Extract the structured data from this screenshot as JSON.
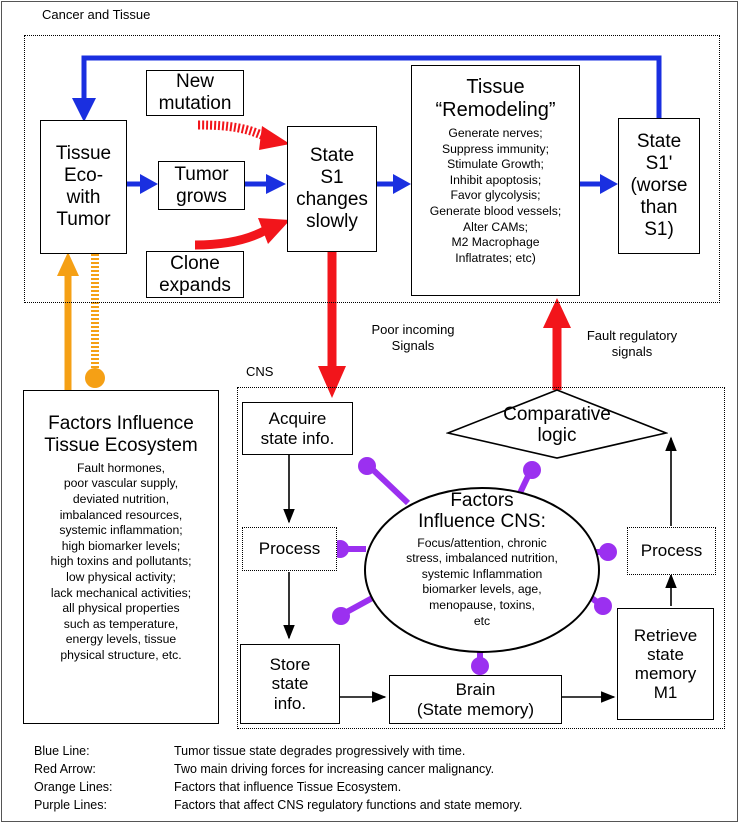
{
  "diagram": {
    "regions": {
      "cancer_tissue": "Cancer and Tissue",
      "cns": "CNS"
    },
    "nodes": {
      "tissue_eco": [
        "Tissue",
        "Eco-",
        "with",
        "Tumor"
      ],
      "new_mutation": [
        "New",
        "mutation"
      ],
      "tumor_grows": [
        "Tumor",
        "grows"
      ],
      "clone_expands": [
        "Clone",
        "expands"
      ],
      "state_s1": [
        "State",
        "S1",
        "changes",
        "slowly"
      ],
      "remodeling_title": [
        "Tissue",
        "“Remodeling”"
      ],
      "remodeling_items": [
        "Generate nerves;",
        "Suppress immunity;",
        "Stimulate Growth;",
        "Inhibit apoptosis;",
        "Favor glycolysis;",
        "Generate blood vessels;",
        "Alter CAMs;",
        "M2 Macrophage",
        "Inflatrates; etc)"
      ],
      "state_s1_prime": [
        "State",
        "S1'",
        "(worse",
        "than",
        "S1)"
      ],
      "factors_tissue_title": [
        "Factors Influence",
        "Tissue Ecosystem"
      ],
      "factors_tissue_items": [
        "Fault hormones,",
        "poor vascular supply,",
        "deviated nutrition,",
        "imbalanced resources,",
        "systemic inflammation;",
        "high biomarker levels;",
        "high toxins and pollutants;",
        "low physical activity;",
        "lack mechanical activities;",
        "all physical properties",
        "such as temperature,",
        "energy levels, tissue",
        "physical structure, etc."
      ],
      "acquire": [
        "Acquire",
        "state info."
      ],
      "process_left": "Process",
      "store": [
        "Store",
        "state",
        "info."
      ],
      "brain": [
        "Brain",
        "(State memory)"
      ],
      "comparative": [
        "Comparative",
        "logic"
      ],
      "process_right": "Process",
      "retrieve": [
        "Retrieve",
        "state",
        "memory",
        "M1"
      ],
      "factors_cns_title": [
        "Factors",
        "Influence CNS:"
      ],
      "factors_cns_items": [
        "Focus/attention, chronic",
        "stress, imbalanced nutrition,",
        "systemic Inflammation",
        "biomarker levels, age,",
        "menopause, toxins,",
        "etc"
      ]
    },
    "edge_labels": {
      "poor_signals": [
        "Poor incoming",
        "Signals"
      ],
      "fault_signals": [
        "Fault regulatory",
        "signals"
      ]
    },
    "legend": [
      {
        "key": "Blue Line:",
        "value": "Tumor tissue state degrades progressively with time."
      },
      {
        "key": "Red Arrow:",
        "value": "Two main driving forces for increasing cancer malignancy."
      },
      {
        "key": "Orange Lines:",
        "value": "Factors that influence Tissue Ecosystem."
      },
      {
        "key": "Purple Lines:",
        "value": "Factors that affect CNS regulatory functions and state memory."
      }
    ],
    "colors": {
      "blue": "#1a2fe0",
      "red": "#f2151b",
      "orange": "#f5a015",
      "purple": "#9b30f0"
    }
  }
}
